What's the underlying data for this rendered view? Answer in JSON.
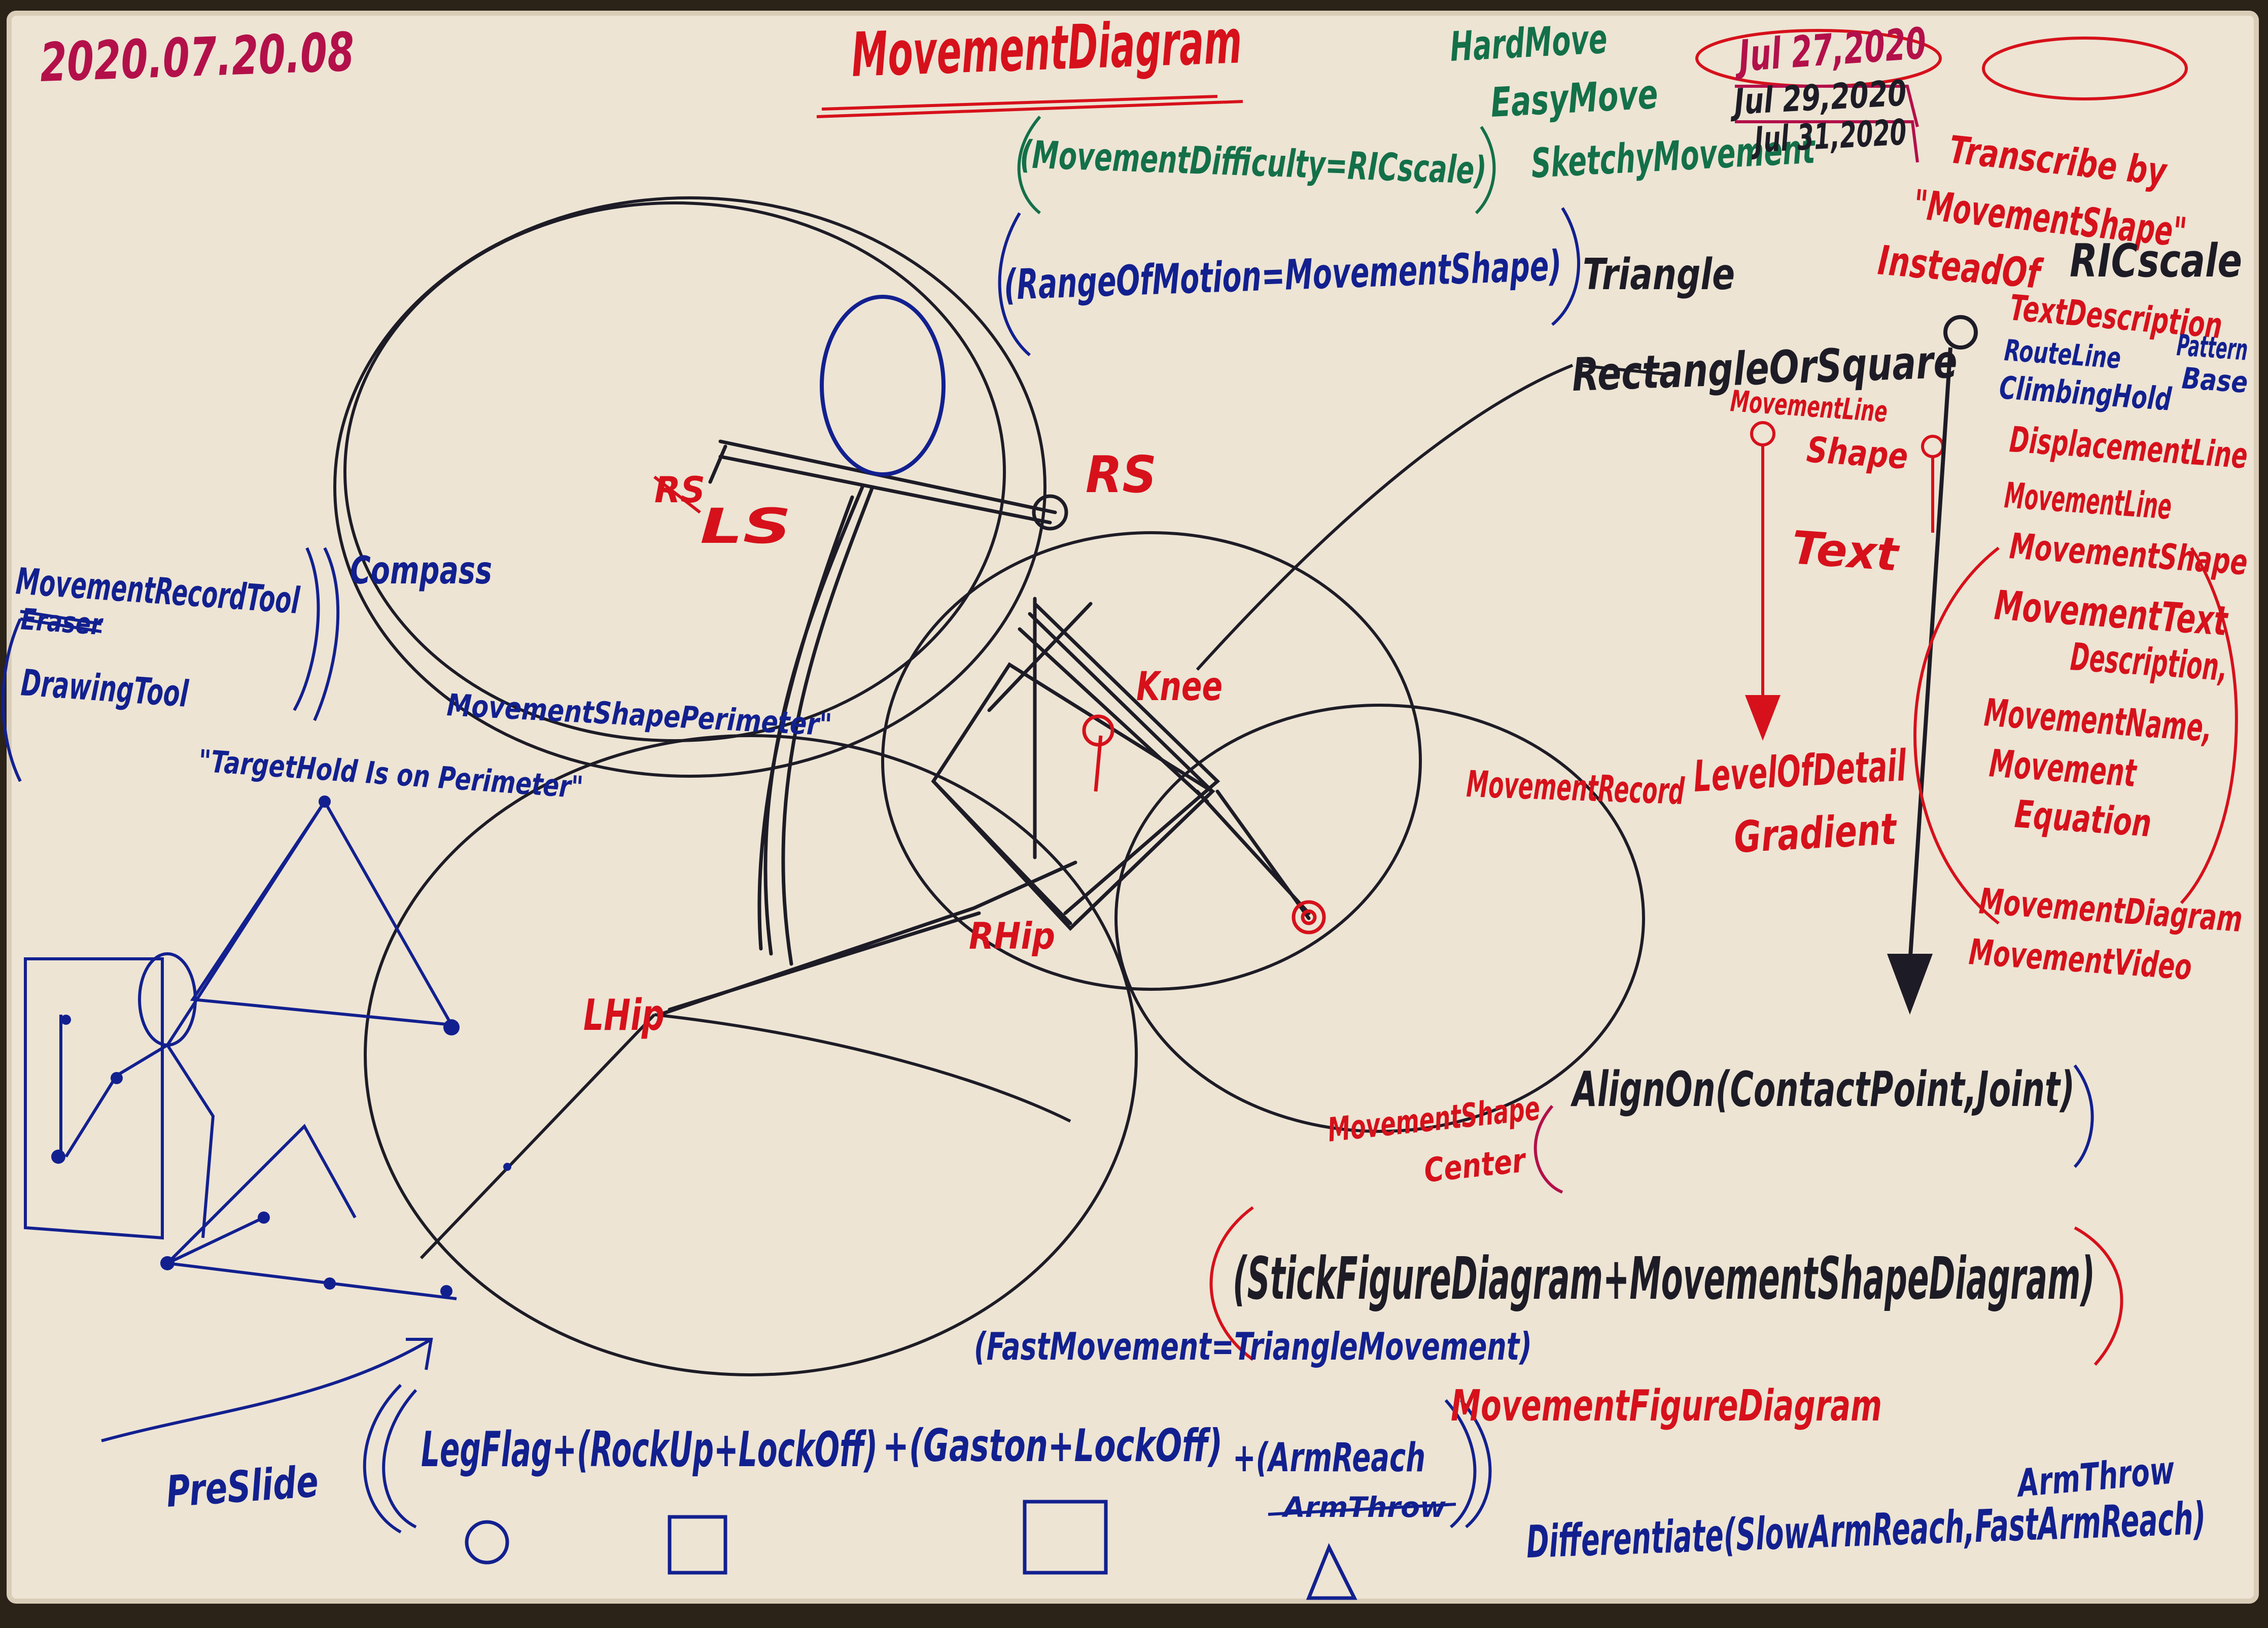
{
  "colors": {
    "paper": "#ede4d4",
    "paper_edge": "#d9cdb8",
    "black": "#1d1c26",
    "blue": "#12208f",
    "red": "#d6111b",
    "green": "#137049",
    "magenta": "#b3104a"
  },
  "header": {
    "date": "2020.07.20.08",
    "title": "MovementDiagram",
    "hard_move": "HardMove",
    "easy_move": "EasyMove",
    "sketchy_movement": "SketchyMovement",
    "date_circled": "Jul 27,2020",
    "date_2": "Jul 29,2020",
    "date_3": "Jul 31,2020",
    "difficulty_formula": "(MovementDifficulty=RICscale)"
  },
  "notes": {
    "range_of_motion": "(RangeOfMotion=MovementShape)",
    "triangle": "Triangle",
    "rectangle_or_square": "RectangleOrSquare",
    "transcribe_line1": "Transcribe by",
    "transcribe_line2": "\"MovementShape\"",
    "instead_of": "InsteadOf",
    "ric_scale": "RICscale",
    "text_description": "TextDescription",
    "route_line": "RouteLine",
    "climbing_hold": "ClimbingHold",
    "pattern": "Pattern",
    "base": "Base",
    "displacement_line": "DisplacementLine",
    "movement_line": "MovementLine",
    "movement_shape": "MovementShape",
    "movement_text": "MovementText",
    "description": "Description,",
    "movement_name": "MovementName,",
    "movement": "Movement",
    "equation": "Equation",
    "movement_diagram": "MovementDiagram",
    "movement_video": "MovementVideo",
    "movement_line_label": "MovementLine",
    "shape_label": "Shape",
    "text_label": "Text",
    "movement_record": "MovementRecord",
    "level_of_detail": "LevelOfDetail",
    "gradient": "Gradient",
    "align_on": "AlignOn(ContactPoint,Joint)",
    "movement_shape_center_1": "MovementShape",
    "movement_shape_center_2": "Center",
    "stick_figure_formula": "(StickFigureDiagram+MovementShapeDiagram)",
    "movement_figure_diagram": "MovementFigureDiagram",
    "fast_movement": "(FastMovement=TriangleMovement)",
    "movement_record_tool": "MovementRecordTool",
    "struck_word": "Eraser",
    "drawing_tool": "DrawingTool",
    "compass": "Compass",
    "perimeter": "MovementShapePerimeter\"",
    "target_hold": "\"TargetHold Is on Perimeter\"",
    "pre_slide": "PreSlide",
    "leg_flag": "LegFlag+(RockUp+LockOff)",
    "gaston": "+(Gaston+LockOff)",
    "arm_reach": "+(ArmReach",
    "arm_throw_struck": "ArmThrow",
    "differentiate": "Differentiate(SlowArmReach,FastArmReach)",
    "arm_throw": "ArmThrow"
  },
  "joints": {
    "ls": "LS",
    "ls_struck": "RS",
    "rs": "RS",
    "knee": "Knee",
    "rhip": "RHip",
    "lhip": "LHip"
  }
}
